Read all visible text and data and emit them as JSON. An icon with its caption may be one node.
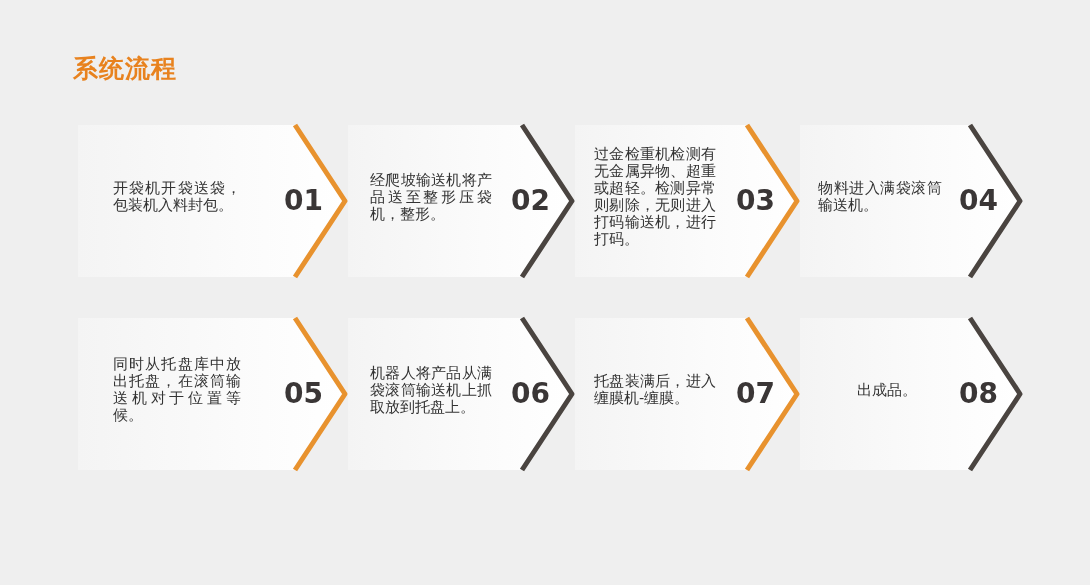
{
  "diagram": {
    "title": "系统流程",
    "nodes": [
      {
        "text": [
          "开袋机开袋送袋，包装机入料封包。",
          "01"
        ]
      },
      {
        "text": [
          "经爬坡输送机将产品送至整形压袋机，整形。",
          "02"
        ]
      },
      {
        "text": [
          "过金检重机检测有无金属异物、超重或超轻。检测异常则剔除，无则进入打码输送机，进行打码。",
          "03"
        ]
      },
      {
        "text": [
          "物料进入满袋滚筒输送机。",
          "04"
        ]
      },
      {
        "text": [
          "同时从托盘库中放出托盘，在滚筒输送机对于位置等候。",
          "05"
        ]
      },
      {
        "text": [
          "机器人将产品从满袋滚筒输送机上抓取放到托盘上。",
          "06"
        ]
      },
      {
        "text": [
          "托盘装满后，进入缠膜机-缠膜。",
          "07"
        ]
      },
      {
        "text": [
          "出成品。",
          "08"
        ]
      }
    ]
  }
}
